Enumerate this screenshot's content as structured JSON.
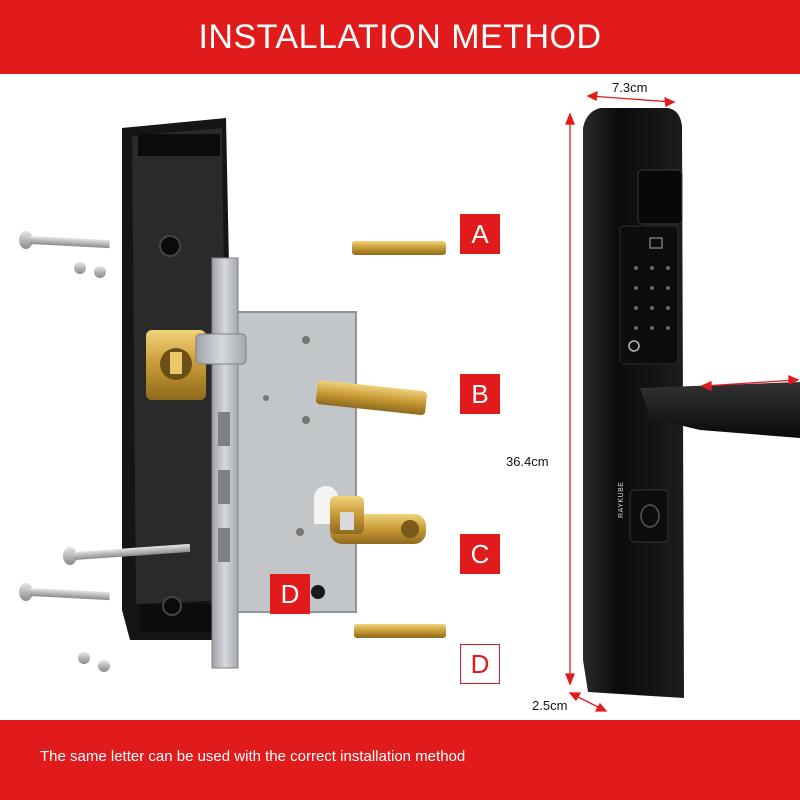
{
  "header": {
    "title": "INSTALLATION METHOD"
  },
  "footer": {
    "caption": "The same letter can be used with the correct installation method"
  },
  "labels": {
    "a": "A",
    "b": "B",
    "c": "C",
    "d_right": "D",
    "d_center": "D"
  },
  "dimensions": {
    "width": "7.3cm",
    "height": "36.4cm",
    "thickness": "2.5cm"
  },
  "lock": {
    "brand": "RAYKUBE"
  },
  "colors": {
    "accent": "#e11b1b",
    "lock_body": "#141414",
    "brass": "#c9a34a",
    "steel": "#b9bcc0"
  }
}
